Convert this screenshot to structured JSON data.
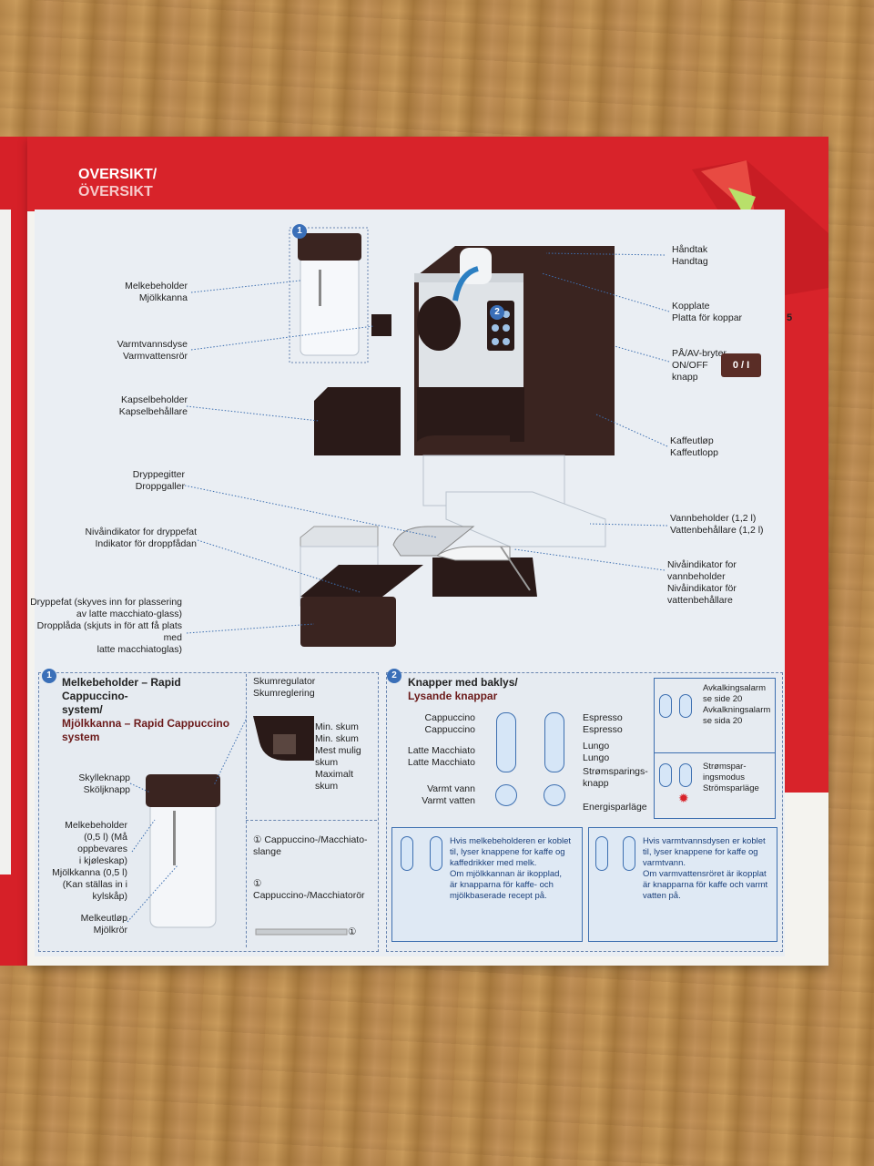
{
  "header": {
    "title_no": "OVERSIKT/",
    "title_sv": "ÖVERSIKT"
  },
  "page_number": "5",
  "callouts": {
    "melkebeholder": [
      "Melkebeholder",
      "Mjölkkanna"
    ],
    "varmtvannsdyse": [
      "Varmtvannsdyse",
      "Varmvattensrör"
    ],
    "kapselbeholder": [
      "Kapselbeholder",
      "Kapselbehållare"
    ],
    "dryppegitter": [
      "Dryppegitter",
      "Droppgaller"
    ],
    "nivaindikator_dryppefat": [
      "Nivåindikator for dryppefat",
      "Indikator för droppfådan"
    ],
    "dryppefat": [
      "Dryppefat (skyves inn for plassering",
      "av latte macchiato-glass)",
      "Dropplåda (skjuts in för att få plats med",
      "latte macchiatoglas)"
    ],
    "handtak": [
      "Håndtak",
      "Handtag"
    ],
    "kopplate": [
      "Kopplate",
      "Platta för koppar"
    ],
    "pa_av": [
      "PÅ/AV-bryter",
      "ON/OFF knapp"
    ],
    "switch_label": "0 / I",
    "kaffeutlop": [
      "Kaffeutløp",
      "Kaffeutlopp"
    ],
    "vannbeholder": [
      "Vannbeholder (1,2 l)",
      "Vattenbehållare (1,2 l)"
    ],
    "nivaindikator_vann": [
      "Nivåindikator for vannbeholder",
      "Nivåindikator för vattenbehållare"
    ]
  },
  "markers": {
    "one": "1",
    "two": "2"
  },
  "section1": {
    "title_no": "Melkebeholder – Rapid Cappuccino-",
    "title_no2": "system/",
    "title_sv": "Mjölkkanna – Rapid Cappuccino",
    "title_sv2": "system",
    "skylleknapp": [
      "Skylleknapp",
      "Sköljknapp"
    ],
    "melkebeholder": [
      "Melkebeholder",
      "(0,5 l) (Må oppbevares",
      "i kjøleskap)",
      "Mjölkkanna (0,5 l)",
      "(Kan ställas in i kylskåp)"
    ],
    "melkeutlop": [
      "Melkeutløp",
      "Mjölkrör"
    ],
    "skumregulator": [
      "Skumregulator",
      "Skumreglering"
    ],
    "skum_levels": [
      "Min. skum",
      "Min. skum",
      "Mest mulig",
      "skum",
      "Maximalt",
      "skum"
    ],
    "slange": [
      "① Cappuccino-/Macchiato-",
      "slange"
    ],
    "ror": "① Cappuccino-/Macchiatorör",
    "tube_label": "①"
  },
  "section2": {
    "title_no": "Knapper med baklys/",
    "title_sv": "Lysande knappar",
    "left_labels": [
      [
        "Cappuccino",
        "Cappuccino"
      ],
      [
        "Latte Macchiato",
        "Latte Macchiato"
      ],
      [
        "Varmt vann",
        "Varmt vatten"
      ]
    ],
    "right_labels": [
      [
        "Espresso",
        "Espresso"
      ],
      [
        "Lungo",
        "Lungo"
      ],
      [
        "Strømsparings-",
        "knapp"
      ],
      [
        "Energisparläge"
      ]
    ],
    "alarm": [
      "Avkalkingsalarm",
      "se side 20",
      "Avkalkningsalarm",
      "se sida 20"
    ],
    "power_save": [
      "Strømspar-",
      "ingsmodus",
      "Strömsparläge"
    ],
    "info_left": [
      "Hvis melkebeholderen er koblet",
      "til, lyser knappene for kaffe og",
      "kaffedrikker med melk.",
      "Om mjölkkannan är ikopplad,",
      "är knapparna för kaffe- och",
      "mjölkbaserade recept på."
    ],
    "info_right": [
      "Hvis varmtvannsdysen er koblet",
      "til, lyser knappene for kaffe og",
      "varmtvann.",
      "Om varmvattensröret är ikopplat",
      "är knapparna för kaffe och varmt",
      "vatten på."
    ]
  },
  "colors": {
    "red": "#d8232a",
    "machine": "#3a2420",
    "button_blue": "#3d6fb0"
  }
}
